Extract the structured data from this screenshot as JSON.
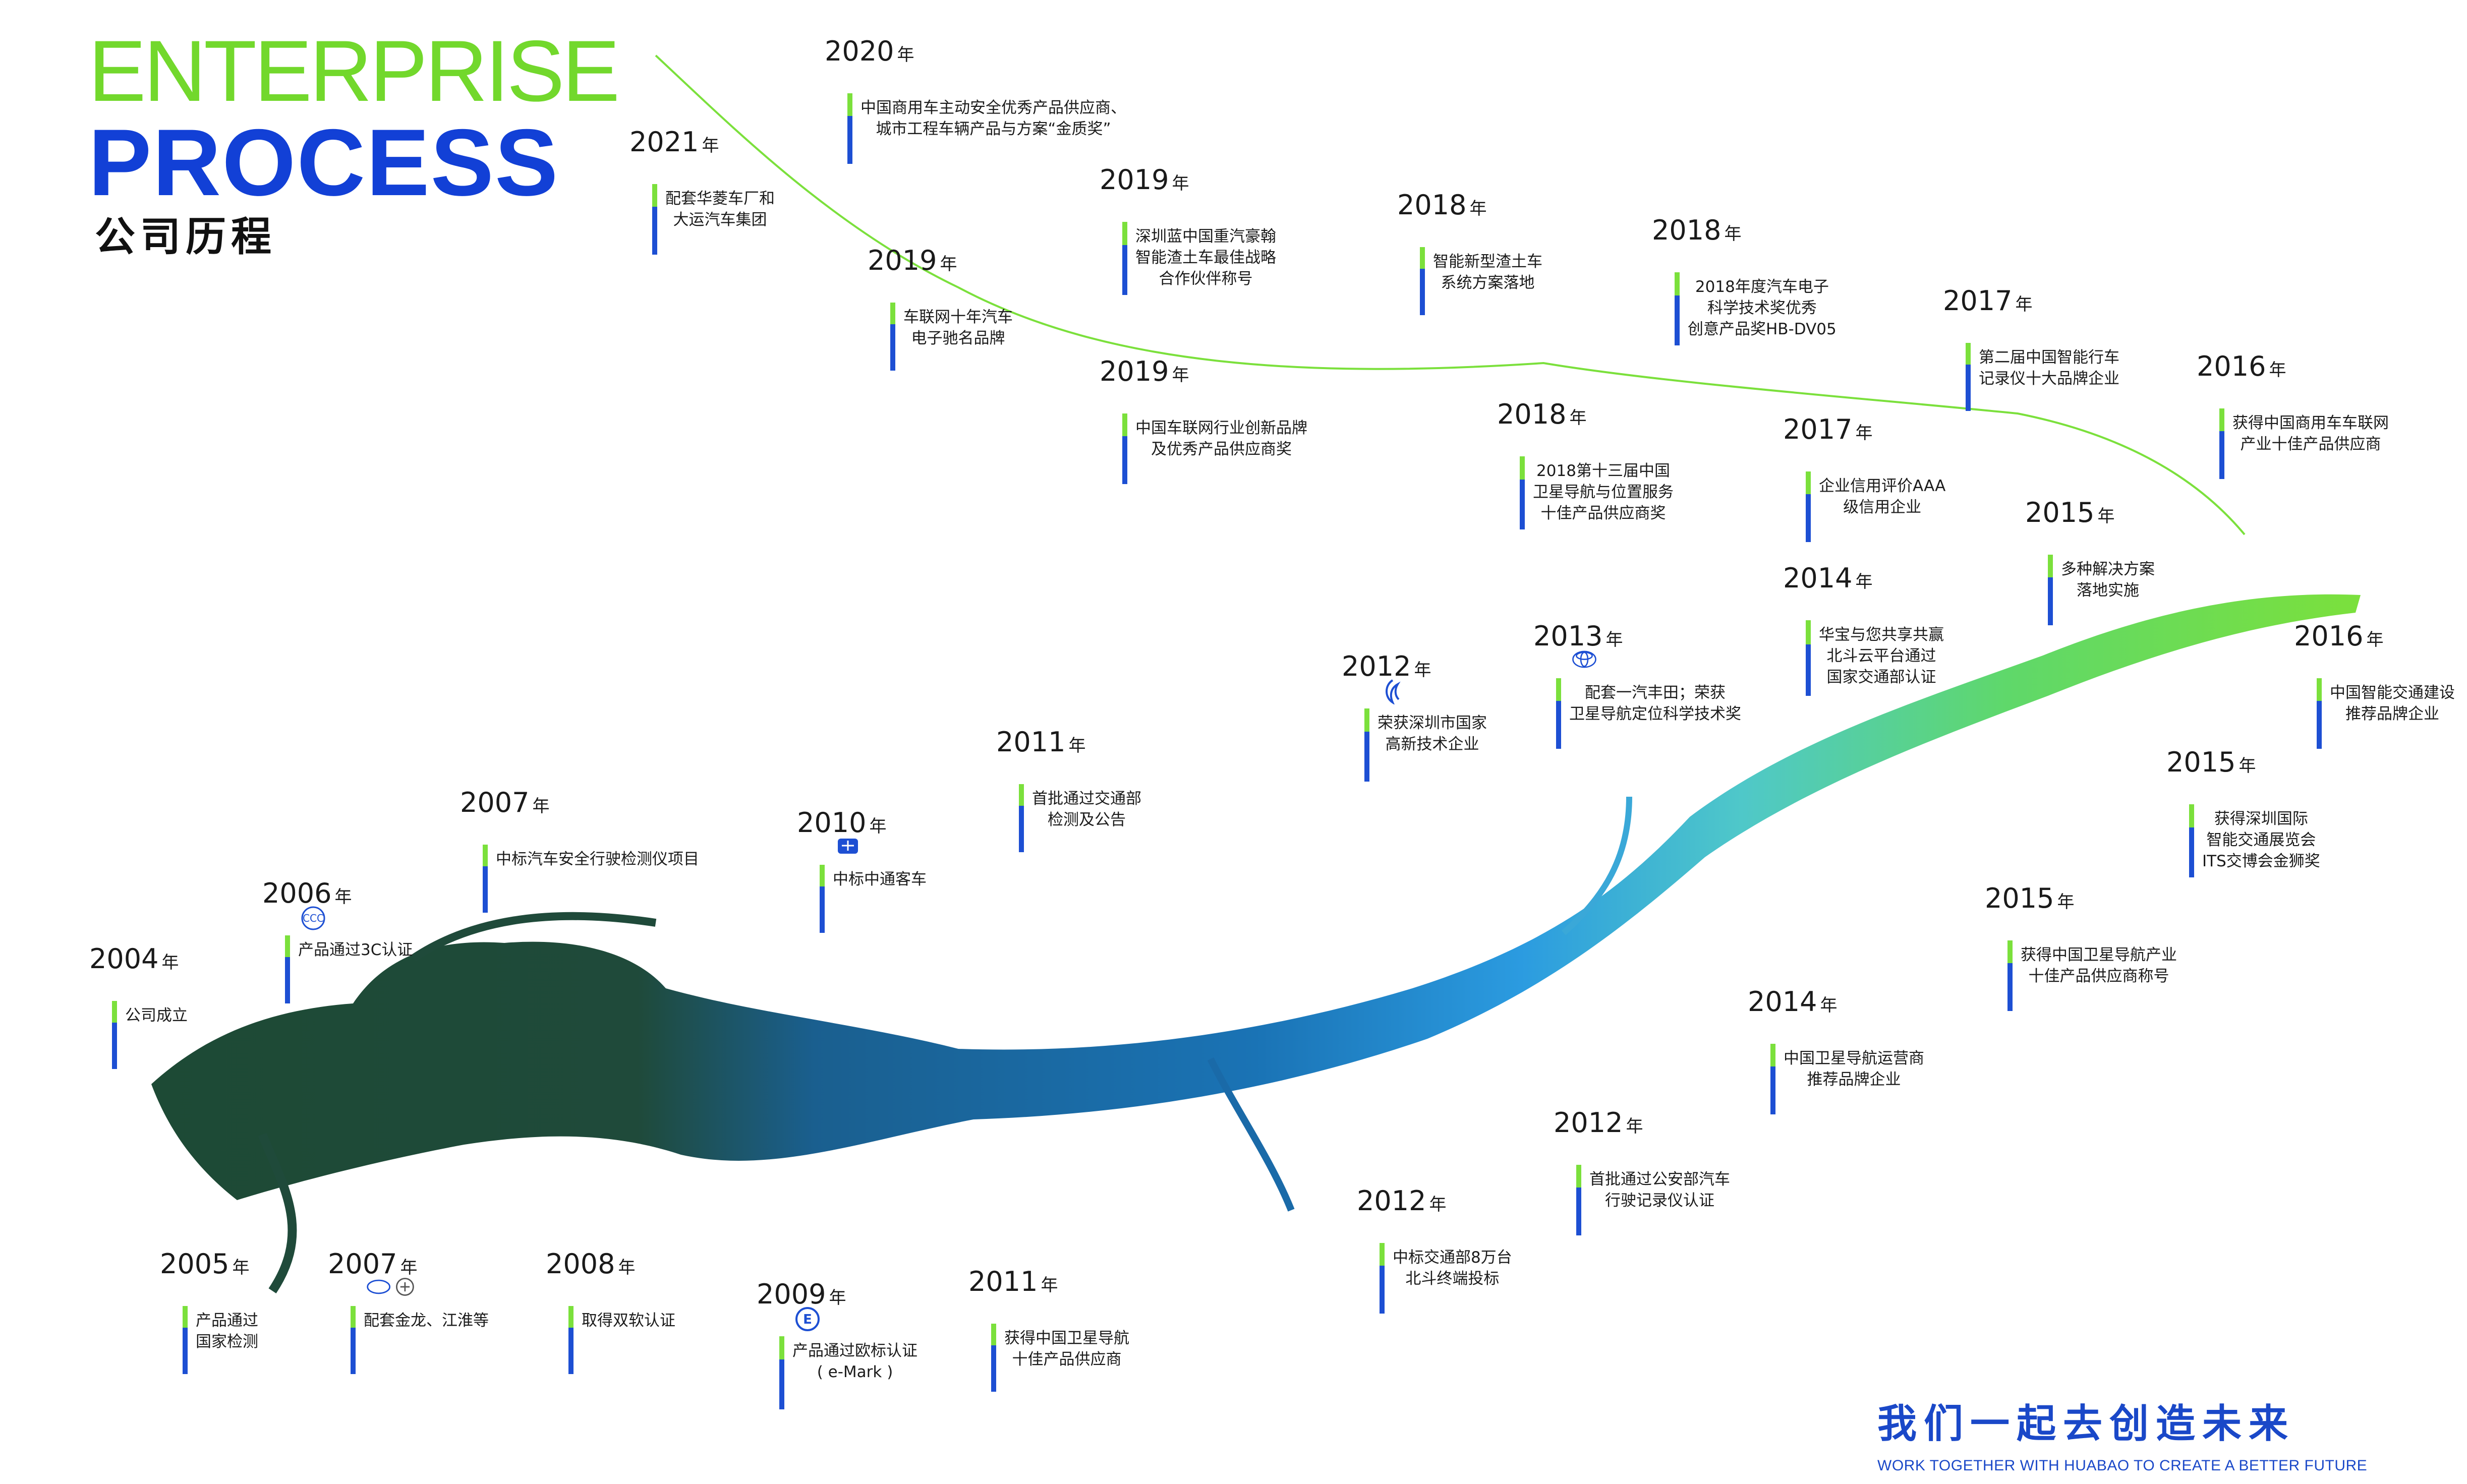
{
  "header": {
    "title_en_line1": "ENTERPRISE",
    "title_en_line2": "PROCESS",
    "title_cn": "公司历程"
  },
  "colors": {
    "accent_green": "#72d82c",
    "accent_blue": "#1240d6",
    "river_dark": "#1f4a3a",
    "river_mid": "#1a73b5",
    "river_light": "#4fc3f7",
    "river_end": "#7be03c"
  },
  "year_suffix": "年",
  "events": [
    {
      "id": "2004",
      "year": "2004",
      "lines": [
        "公司成立"
      ]
    },
    {
      "id": "2005",
      "year": "2005",
      "lines": [
        "产品通过",
        "国家检测"
      ]
    },
    {
      "id": "2006",
      "year": "2006",
      "lines": [
        "产品通过3C认证"
      ],
      "logo": "ccc-logo-icon"
    },
    {
      "id": "2007a",
      "year": "2007",
      "lines": [
        "中标汽车安全行驶检测仪项目"
      ]
    },
    {
      "id": "2007b",
      "year": "2007",
      "lines": [
        "配套金龙、江淮等"
      ],
      "logo": "king-long-jac-logo-icon"
    },
    {
      "id": "2008",
      "year": "2008",
      "lines": [
        "取得双软认证"
      ]
    },
    {
      "id": "2009",
      "year": "2009",
      "lines": [
        "产品通过欧标认证",
        "( e-Mark )"
      ],
      "logo": "e-mark-logo-icon"
    },
    {
      "id": "2010",
      "year": "2010",
      "lines": [
        "中标中通客车"
      ],
      "logo": "zhongtong-logo-icon"
    },
    {
      "id": "2011a",
      "year": "2011",
      "lines": [
        "首批通过交通部",
        "检测及公告"
      ]
    },
    {
      "id": "2011b",
      "year": "2011",
      "lines": [
        "获得中国卫星导航",
        "十佳产品供应商"
      ]
    },
    {
      "id": "2012a",
      "year": "2012",
      "lines": [
        "荣获深圳市国家",
        "高新技术企业"
      ],
      "logo": "hightech-logo-icon"
    },
    {
      "id": "2012b",
      "year": "2012",
      "lines": [
        "中标交通部8万台",
        "北斗终端投标"
      ]
    },
    {
      "id": "2012c",
      "year": "2012",
      "lines": [
        "首批通过公安部汽车",
        "行驶记录仪认证"
      ]
    },
    {
      "id": "2013",
      "year": "2013",
      "lines": [
        "配套一汽丰田；荣获",
        "卫星导航定位科学技术奖"
      ],
      "logo": "toyota-logo-icon"
    },
    {
      "id": "2014a",
      "year": "2014",
      "lines": [
        "华宝与您共享共赢",
        "北斗云平台通过",
        "国家交通部认证"
      ]
    },
    {
      "id": "2014b",
      "year": "2014",
      "lines": [
        "中国卫星导航运营商",
        "推荐品牌企业"
      ]
    },
    {
      "id": "2015a",
      "year": "2015",
      "lines": [
        "多种解决方案",
        "落地实施"
      ]
    },
    {
      "id": "2015b",
      "year": "2015",
      "lines": [
        "获得深圳国际",
        "智能交通展览会",
        "ITS交博会金狮奖"
      ]
    },
    {
      "id": "2015c",
      "year": "2015",
      "lines": [
        "获得中国卫星导航产业",
        "十佳产品供应商称号"
      ]
    },
    {
      "id": "2016a",
      "year": "2016",
      "lines": [
        "获得中国商用车车联网",
        "产业十佳产品供应商"
      ]
    },
    {
      "id": "2016b",
      "year": "2016",
      "lines": [
        "中国智能交通建设",
        "推荐品牌企业"
      ]
    },
    {
      "id": "2017a",
      "year": "2017",
      "lines": [
        "第二届中国智能行车",
        "记录仪十大品牌企业"
      ]
    },
    {
      "id": "2017b",
      "year": "2017",
      "lines": [
        "企业信用评价AAA",
        "级信用企业"
      ]
    },
    {
      "id": "2018a",
      "year": "2018",
      "lines": [
        "智能新型渣土车",
        "系统方案落地"
      ]
    },
    {
      "id": "2018b",
      "year": "2018",
      "lines": [
        "2018年度汽车电子",
        "科学技术奖优秀",
        "创意产品奖HB-DV05"
      ]
    },
    {
      "id": "2018c",
      "year": "2018",
      "lines": [
        "2018第十三届中国",
        "卫星导航与位置服务",
        "十佳产品供应商奖"
      ]
    },
    {
      "id": "2019a",
      "year": "2019",
      "lines": [
        "车联网十年汽车",
        "电子驰名品牌"
      ]
    },
    {
      "id": "2019b",
      "year": "2019",
      "lines": [
        "深圳蓝中国重汽豪翰",
        "智能渣土车最佳战略",
        "合作伙伴称号"
      ]
    },
    {
      "id": "2019c",
      "year": "2019",
      "lines": [
        "中国车联网行业创新品牌",
        "及优秀产品供应商奖"
      ]
    },
    {
      "id": "2020",
      "year": "2020",
      "lines": [
        "中国商用车主动安全优秀产品供应商、",
        "城市工程车辆产品与方案“金质奖”"
      ]
    },
    {
      "id": "2021",
      "year": "2021",
      "lines": [
        "配套华菱车厂和",
        "大运汽车集团"
      ]
    }
  ],
  "slogan": {
    "cn": "我们一起去创造未来",
    "en": "WORK TOGETHER WITH HUABAO TO CREATE A BETTER FUTURE"
  }
}
